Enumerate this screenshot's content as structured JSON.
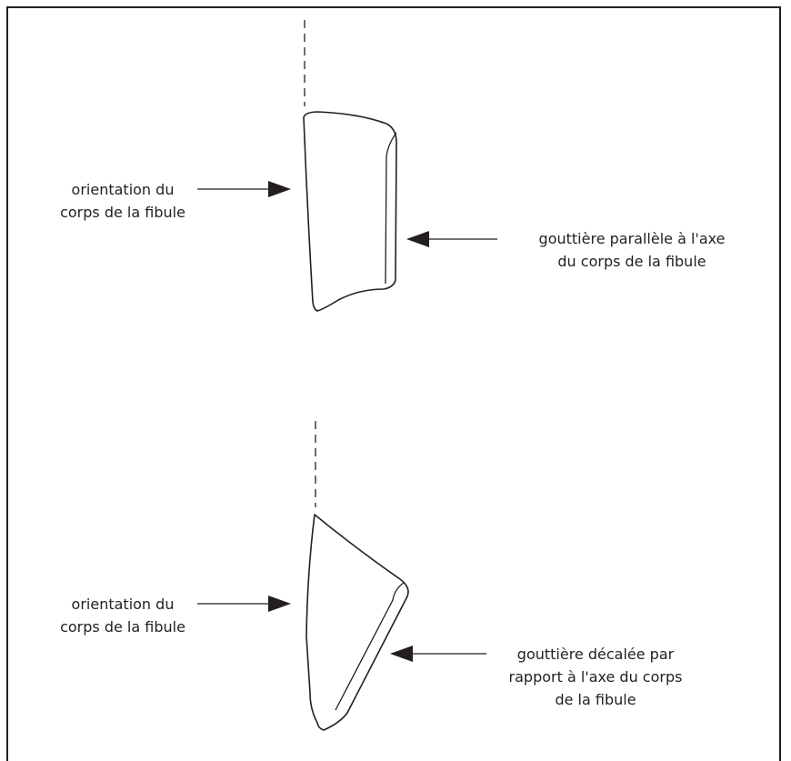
{
  "colors": {
    "ink": "#231f20",
    "background": "#ffffff"
  },
  "top_panel": {
    "left_label": [
      "orientation du",
      "corps de la fibule"
    ],
    "right_label": [
      "gouttière parallèle à l'axe",
      "du corps de la fibule"
    ]
  },
  "bottom_panel": {
    "left_label": [
      "orientation du",
      "corps de la fibule"
    ],
    "right_label": [
      "gouttière décalée par",
      "rapport à l'axe du corps",
      "de la fibule"
    ]
  }
}
